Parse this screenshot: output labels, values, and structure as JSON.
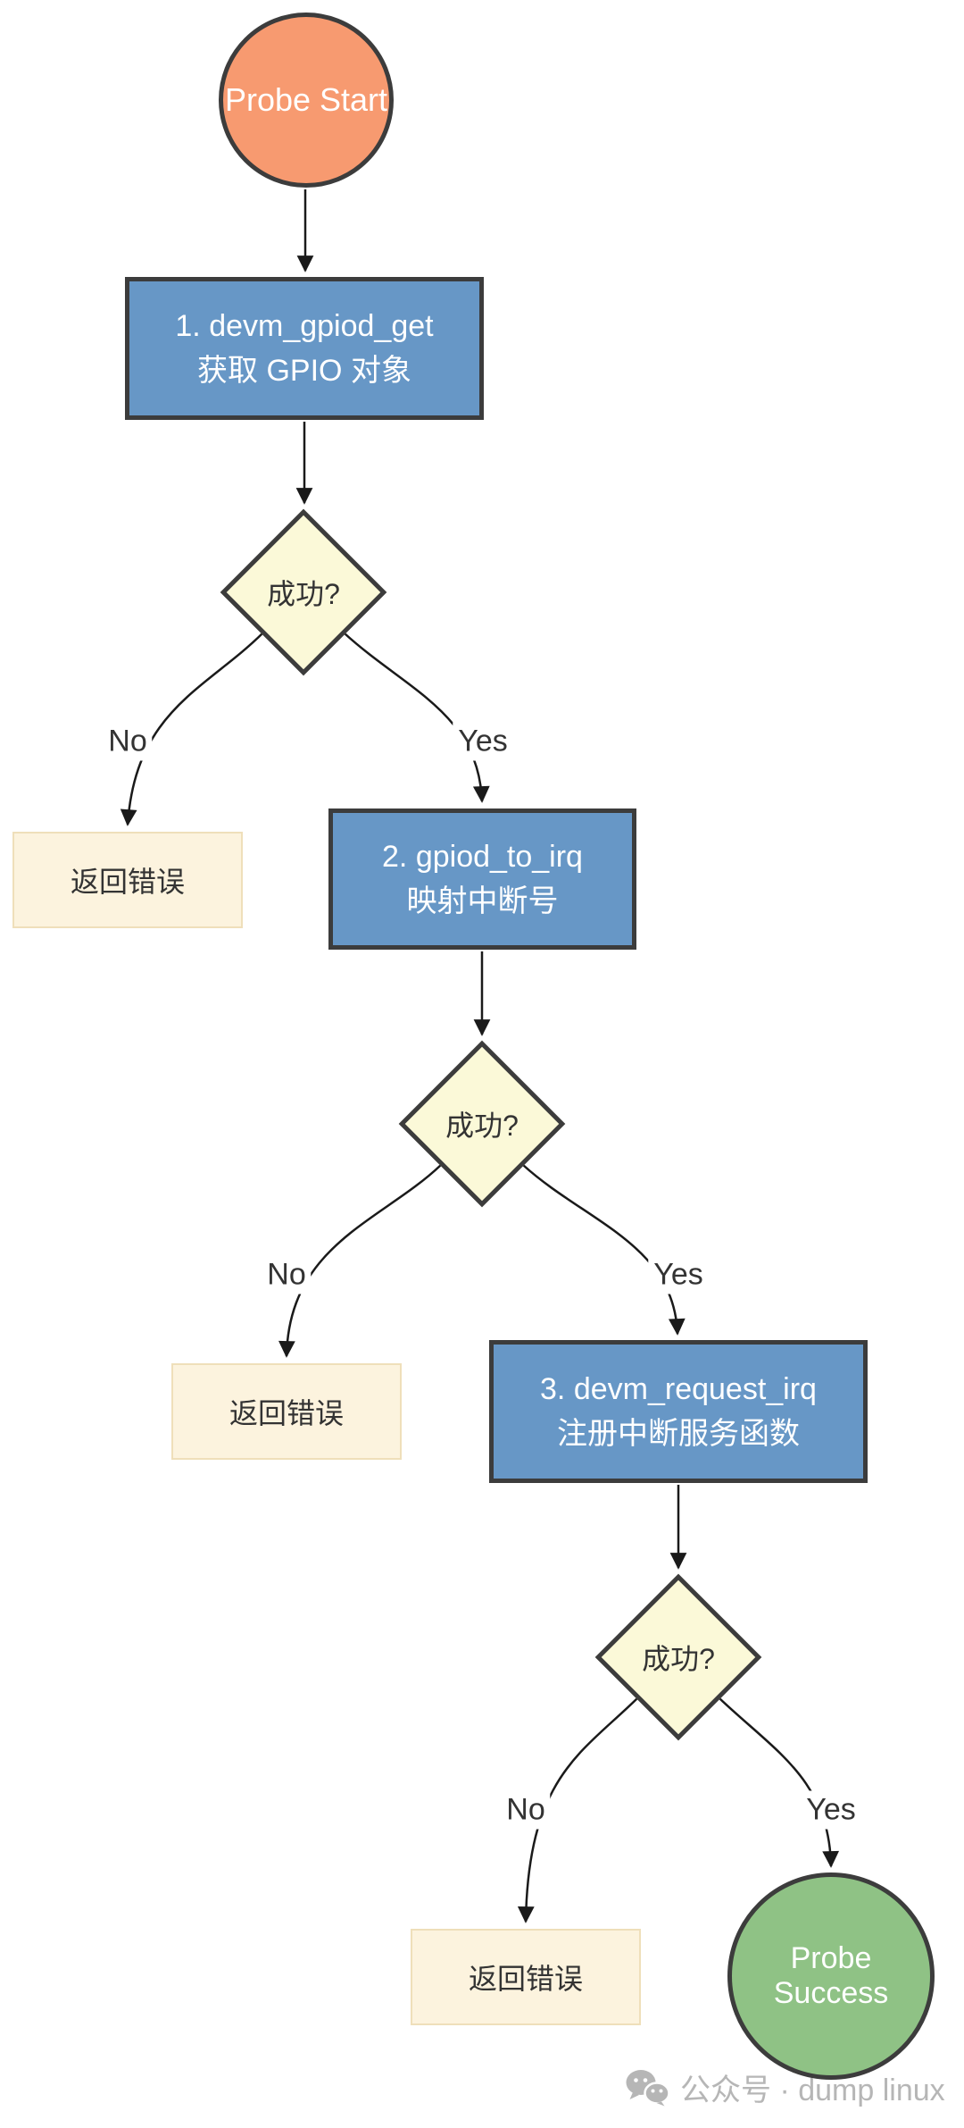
{
  "diagram": {
    "start_label": "Probe Start",
    "steps": [
      {
        "title": "1. devm_gpiod_get",
        "subtitle": "获取 GPIO 对象"
      },
      {
        "title": "2. gpiod_to_irq",
        "subtitle": "映射中断号"
      },
      {
        "title": "3. devm_request_irq",
        "subtitle": "注册中断服务函数"
      }
    ],
    "decisions": [
      {
        "label": "成功?"
      },
      {
        "label": "成功?"
      },
      {
        "label": "成功?"
      }
    ],
    "errors": [
      {
        "label": "返回错误"
      },
      {
        "label": "返回错误"
      },
      {
        "label": "返回错误"
      }
    ],
    "edge_labels": {
      "no1": "No",
      "yes1": "Yes",
      "no2": "No",
      "yes2": "Yes",
      "no3": "No",
      "yes3": "Yes"
    },
    "success_label": "Probe Success"
  },
  "watermark": {
    "icon": "wechat-icon",
    "text": "公众号 · dump linux"
  },
  "colors": {
    "start-fill": "#F79A70",
    "process-fill": "#6797C6",
    "decision-fill": "#FBF9D8",
    "error-fill": "#FCF3DE",
    "error-border": "#EFDFBA",
    "success-fill": "#8FC285",
    "node-border": "#3C3C3C",
    "edge-line": "#1A1A1A",
    "text-dark": "#333333",
    "text-light": "#FFFFFF",
    "watermark-gray": "#B6B6B6"
  }
}
